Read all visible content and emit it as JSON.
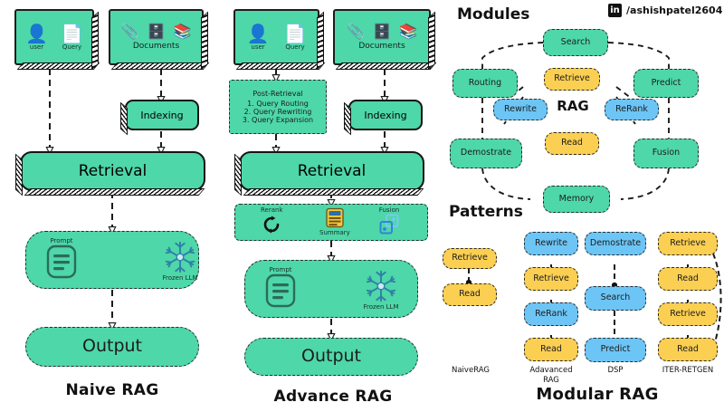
{
  "branding": {
    "linkedin_icon": "linkedin-icon",
    "handle": "/ashishpatel2604"
  },
  "colors": {
    "teal": "#4ED7A8",
    "yellow": "#FBCF52",
    "blue": "#6CC5F5",
    "stroke": "#2b2b2b",
    "background": "#ffffff"
  },
  "panels": {
    "naive": {
      "title": "Naive RAG",
      "input_card": {
        "items": [
          {
            "icon": "user-icon",
            "label": "user"
          },
          {
            "icon": "document-query-icon",
            "label": "Query"
          }
        ]
      },
      "documents_card": {
        "label": "Documents",
        "icons": [
          "paperclip-icon",
          "database-icon",
          "books-icon"
        ]
      },
      "indexing": "Indexing",
      "retrieval": "Retrieval",
      "generation": {
        "prompt_label": "Prompt",
        "prompt_icon": "prompt-lines-icon",
        "llm_icon": "snowflake-icon",
        "llm_label": "Frozen LLM"
      },
      "output": "Output"
    },
    "advance": {
      "title": "Advance RAG",
      "input_card": {
        "items": [
          {
            "icon": "user-icon",
            "label": "user"
          },
          {
            "icon": "document-query-icon",
            "label": "Query"
          }
        ]
      },
      "documents_card": {
        "label": "Documents",
        "icons": [
          "paperclip-icon",
          "database-icon",
          "books-icon"
        ]
      },
      "post_retrieval": {
        "heading": "Post-Retrieval",
        "steps": [
          "1. Query Routing",
          "2. Query Rewriting",
          "3. Query Expansion"
        ]
      },
      "indexing": "Indexing",
      "retrieval": "Retrieval",
      "postprocess": [
        {
          "label": "Rerank",
          "icon": "refresh-cycle-icon",
          "position": "top"
        },
        {
          "label": "Summary",
          "icon": "summary-card-icon",
          "position": "bottom"
        },
        {
          "label": "Fusion",
          "icon": "fusion-nodes-icon",
          "position": "top"
        }
      ],
      "generation": {
        "prompt_label": "Prompt",
        "prompt_icon": "prompt-lines-icon",
        "llm_icon": "snowflake-icon",
        "llm_label": "Frozen LLM"
      },
      "output": "Output"
    },
    "modular": {
      "modules_title": "Modules",
      "patterns_title": "Patterns",
      "footer_title": "Modular RAG",
      "center_label": "RAG",
      "modules": [
        {
          "label": "Search",
          "color": "teal"
        },
        {
          "label": "Routing",
          "color": "teal"
        },
        {
          "label": "Predict",
          "color": "teal"
        },
        {
          "label": "Retrieve",
          "color": "yellow"
        },
        {
          "label": "Rewrite",
          "color": "blue"
        },
        {
          "label": "ReRank",
          "color": "blue"
        },
        {
          "label": "Demostrate",
          "color": "teal"
        },
        {
          "label": "Read",
          "color": "yellow"
        },
        {
          "label": "Fusion",
          "color": "teal"
        },
        {
          "label": "Memory",
          "color": "teal"
        }
      ],
      "patterns": [
        {
          "name": "NaiveRAG",
          "steps": [
            {
              "label": "Retrieve",
              "color": "yellow"
            },
            {
              "label": "Read",
              "color": "yellow"
            }
          ],
          "loop": false
        },
        {
          "name": "Adavanced RAG",
          "steps": [
            {
              "label": "Rewrite",
              "color": "blue"
            },
            {
              "label": "Retrieve",
              "color": "yellow"
            },
            {
              "label": "ReRank",
              "color": "blue"
            },
            {
              "label": "Read",
              "color": "yellow"
            }
          ],
          "loop": false
        },
        {
          "name": "DSP",
          "steps": [
            {
              "label": "Demostrate",
              "color": "blue"
            },
            {
              "label": "Search",
              "color": "blue"
            },
            {
              "label": "Predict",
              "color": "blue"
            }
          ],
          "loop": false
        },
        {
          "name": "ITER-RETGEN",
          "steps": [
            {
              "label": "Retrieve",
              "color": "yellow"
            },
            {
              "label": "Read",
              "color": "yellow"
            },
            {
              "label": "Retrieve",
              "color": "yellow"
            },
            {
              "label": "Read",
              "color": "yellow"
            }
          ],
          "loop": true
        }
      ]
    }
  }
}
